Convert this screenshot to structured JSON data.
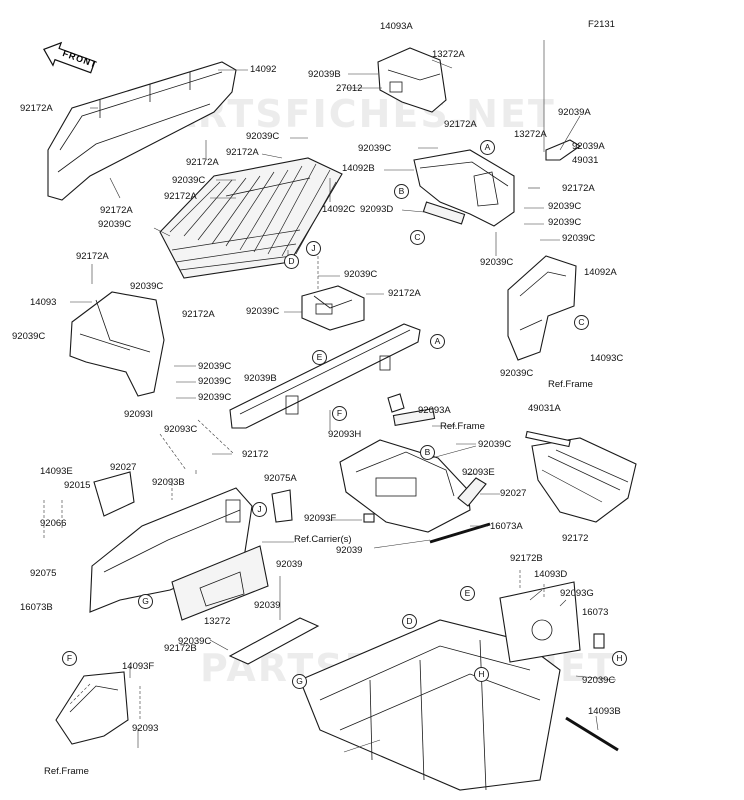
{
  "figure_code": "F2131",
  "front_label": "FRONT",
  "watermarks": [
    "PARTSFICHES.NET",
    "PARTSFICHES.NET"
  ],
  "labels": [
    {
      "id": "l1",
      "text": "14093A"
    },
    {
      "id": "l2",
      "text": "14092"
    },
    {
      "id": "l3",
      "text": "92039B"
    },
    {
      "id": "l4",
      "text": "27012"
    },
    {
      "id": "l5",
      "text": "13272A"
    },
    {
      "id": "l6",
      "text": "92172A"
    },
    {
      "id": "l7",
      "text": "92039A"
    },
    {
      "id": "l8",
      "text": "92039C"
    },
    {
      "id": "l9",
      "text": "92172A"
    },
    {
      "id": "l10",
      "text": "13272A"
    },
    {
      "id": "l11",
      "text": "92172A"
    },
    {
      "id": "l12",
      "text": "92039A"
    },
    {
      "id": "l13",
      "text": "92039C"
    },
    {
      "id": "l14",
      "text": "49031"
    },
    {
      "id": "l15",
      "text": "14092B"
    },
    {
      "id": "l16",
      "text": "92172A"
    },
    {
      "id": "l17",
      "text": "92039C"
    },
    {
      "id": "l18",
      "text": "92172A"
    },
    {
      "id": "l19",
      "text": "92093D"
    },
    {
      "id": "l20",
      "text": "92039C"
    },
    {
      "id": "l21",
      "text": "92172A"
    },
    {
      "id": "l22",
      "text": "92039C"
    },
    {
      "id": "l23",
      "text": "14092C"
    },
    {
      "id": "l24",
      "text": "92039C"
    },
    {
      "id": "l25",
      "text": "92039C"
    },
    {
      "id": "l26",
      "text": "92172A"
    },
    {
      "id": "l27",
      "text": "92039C"
    },
    {
      "id": "l28",
      "text": "92172A"
    },
    {
      "id": "l29",
      "text": "92039C"
    },
    {
      "id": "l30",
      "text": "14092A"
    },
    {
      "id": "l31",
      "text": "92039C"
    },
    {
      "id": "l32",
      "text": "14093"
    },
    {
      "id": "l33",
      "text": "92039C"
    },
    {
      "id": "l34",
      "text": "92172A"
    },
    {
      "id": "l35",
      "text": "92172A"
    },
    {
      "id": "l36",
      "text": "92039C"
    },
    {
      "id": "l37",
      "text": "92039C"
    },
    {
      "id": "l38",
      "text": "92039C"
    },
    {
      "id": "l39",
      "text": "14093C"
    },
    {
      "id": "l40",
      "text": "92039C"
    },
    {
      "id": "l41",
      "text": "92039C"
    },
    {
      "id": "l42",
      "text": "Ref.Frame"
    },
    {
      "id": "l43",
      "text": "92039B"
    },
    {
      "id": "l44",
      "text": "92093I"
    },
    {
      "id": "l45",
      "text": "92093A"
    },
    {
      "id": "l46",
      "text": "49031A"
    },
    {
      "id": "l47",
      "text": "92093C"
    },
    {
      "id": "l48",
      "text": "Ref.Frame"
    },
    {
      "id": "l49",
      "text": "92093H"
    },
    {
      "id": "l50",
      "text": "92039C"
    },
    {
      "id": "l51",
      "text": "92172"
    },
    {
      "id": "l52",
      "text": "14093E"
    },
    {
      "id": "l53",
      "text": "92027"
    },
    {
      "id": "l54",
      "text": "92015"
    },
    {
      "id": "l55",
      "text": "92093B"
    },
    {
      "id": "l56",
      "text": "92075A"
    },
    {
      "id": "l57",
      "text": "92093E"
    },
    {
      "id": "l58",
      "text": "92027"
    },
    {
      "id": "l59",
      "text": "92066"
    },
    {
      "id": "l60",
      "text": "92093F"
    },
    {
      "id": "l61",
      "text": "16073A"
    },
    {
      "id": "l62",
      "text": "Ref.Carrier(s)"
    },
    {
      "id": "l63",
      "text": "92172"
    },
    {
      "id": "l64",
      "text": "92075"
    },
    {
      "id": "l65",
      "text": "92039"
    },
    {
      "id": "l66",
      "text": "92172B"
    },
    {
      "id": "l67",
      "text": "92039"
    },
    {
      "id": "l68",
      "text": "14093D"
    },
    {
      "id": "l69",
      "text": "16073B"
    },
    {
      "id": "l70",
      "text": "13272"
    },
    {
      "id": "l71",
      "text": "92039"
    },
    {
      "id": "l72",
      "text": "92093G"
    },
    {
      "id": "l73",
      "text": "16073"
    },
    {
      "id": "l74",
      "text": "92172B"
    },
    {
      "id": "l75",
      "text": "92039C"
    },
    {
      "id": "l76",
      "text": "14093F"
    },
    {
      "id": "l77",
      "text": "92039C"
    },
    {
      "id": "l78",
      "text": "92093"
    },
    {
      "id": "l79",
      "text": "14093B"
    },
    {
      "id": "l80",
      "text": "Ref.Frame"
    }
  ],
  "callouts": [
    {
      "id": "c1",
      "text": "A"
    },
    {
      "id": "c2",
      "text": "B"
    },
    {
      "id": "c3",
      "text": "C"
    },
    {
      "id": "c4",
      "text": "D"
    },
    {
      "id": "c5",
      "text": "J"
    },
    {
      "id": "c6",
      "text": "E"
    },
    {
      "id": "c7",
      "text": "A"
    },
    {
      "id": "c8",
      "text": "C"
    },
    {
      "id": "c9",
      "text": "F"
    },
    {
      "id": "c10",
      "text": "B"
    },
    {
      "id": "c11",
      "text": "J"
    },
    {
      "id": "c12",
      "text": "G"
    },
    {
      "id": "c13",
      "text": "E"
    },
    {
      "id": "c14",
      "text": "D"
    },
    {
      "id": "c15",
      "text": "H"
    },
    {
      "id": "c16",
      "text": "F"
    },
    {
      "id": "c17",
      "text": "G"
    },
    {
      "id": "c18",
      "text": "H"
    }
  ]
}
